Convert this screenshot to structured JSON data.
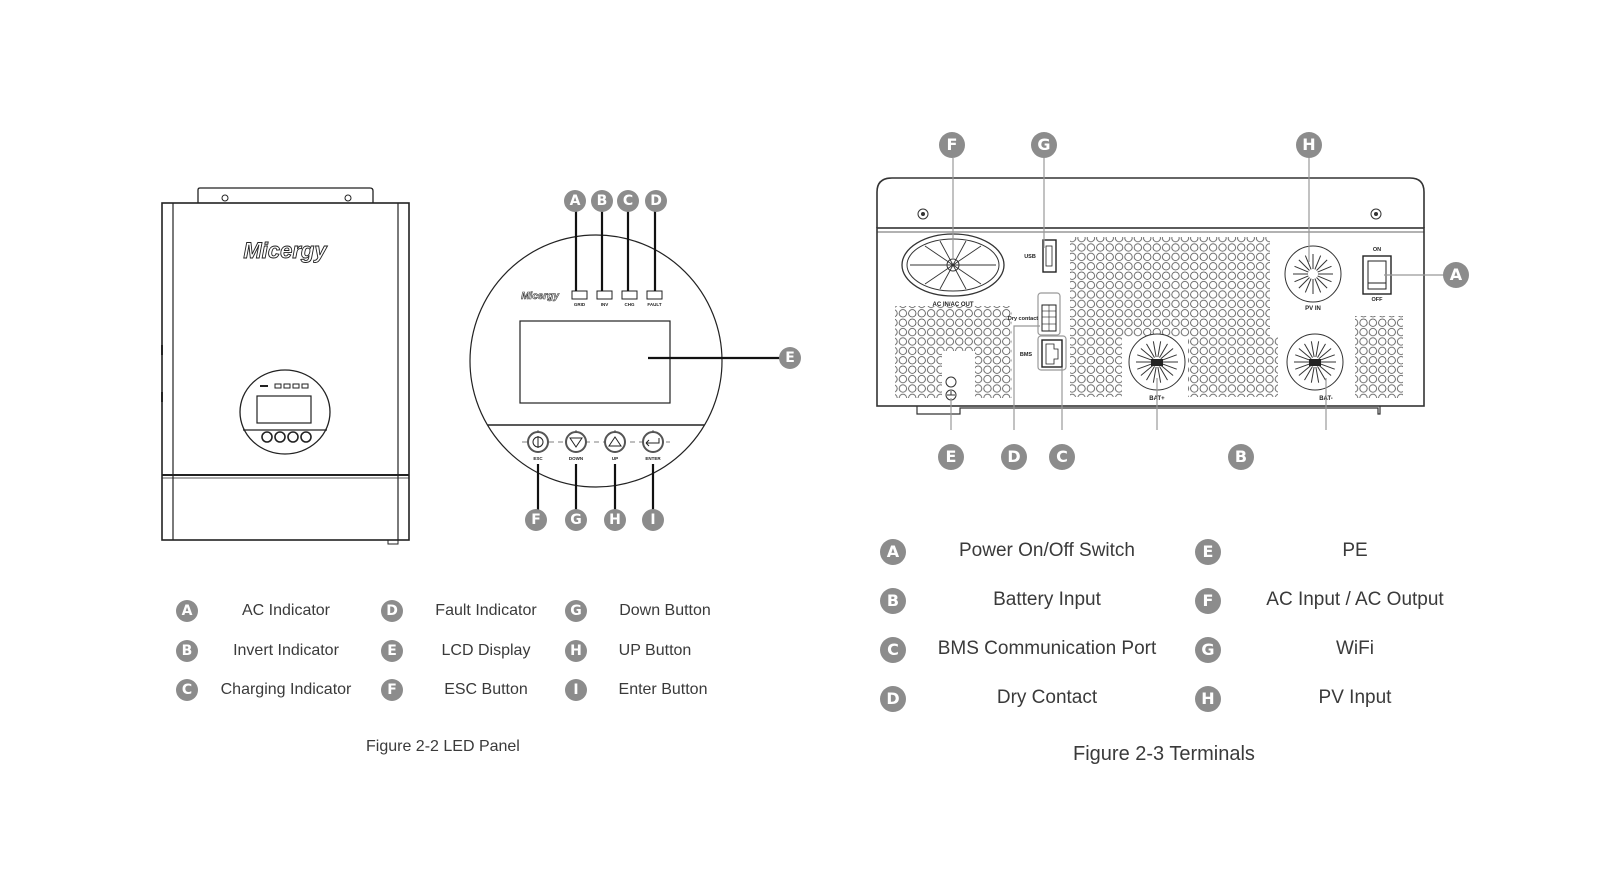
{
  "colors": {
    "badge": "#8c8c8c",
    "line": "#222222",
    "text": "#3a3a3a",
    "background": "#ffffff"
  },
  "figure_left": {
    "brand": "Micergy",
    "panel_brand": "Micergy",
    "indicator_labels": [
      "GRID",
      "INV",
      "CHG",
      "FAULT"
    ],
    "button_labels": [
      "ESC",
      "DOWN",
      "UP",
      "ENTER"
    ],
    "callouts": [
      "A",
      "B",
      "C",
      "D",
      "E",
      "F",
      "G",
      "H",
      "I"
    ],
    "legend": [
      {
        "letter": "A",
        "label": "AC Indicator"
      },
      {
        "letter": "B",
        "label": "Invert Indicator"
      },
      {
        "letter": "C",
        "label": "Charging Indicator"
      },
      {
        "letter": "D",
        "label": "Fault Indicator"
      },
      {
        "letter": "E",
        "label": "LCD Display"
      },
      {
        "letter": "F",
        "label": "ESC Button"
      },
      {
        "letter": "G",
        "label": "Down Button"
      },
      {
        "letter": "H",
        "label": "UP Button"
      },
      {
        "letter": "I",
        "label": "Enter Button"
      }
    ],
    "caption": "Figure 2-2  LED Panel"
  },
  "figure_right": {
    "port_labels": {
      "ac": "AC IN/AC OUT",
      "usb": "USB",
      "dry": "Dry contact",
      "bms": "BMS",
      "pv": "PV IN",
      "bat_pos": "BAT+",
      "bat_neg": "BAT-",
      "on": "ON",
      "off": "OFF"
    },
    "callouts": [
      "F",
      "G",
      "H",
      "A",
      "E",
      "D",
      "C",
      "B"
    ],
    "legend": [
      {
        "letter": "A",
        "label": "Power On/Off Switch"
      },
      {
        "letter": "B",
        "label": "Battery Input"
      },
      {
        "letter": "C",
        "label": "BMS Communication Port"
      },
      {
        "letter": "D",
        "label": "Dry Contact"
      },
      {
        "letter": "E",
        "label": "PE"
      },
      {
        "letter": "F",
        "label": "AC Input / AC Output"
      },
      {
        "letter": "G",
        "label": "WiFi"
      },
      {
        "letter": "H",
        "label": "PV Input"
      }
    ],
    "caption": "Figure 2-3  Terminals"
  }
}
